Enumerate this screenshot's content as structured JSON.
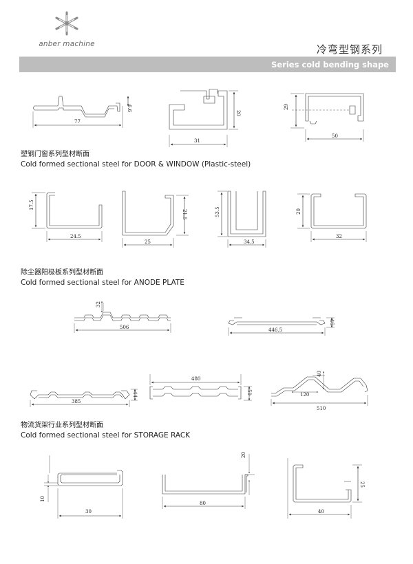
{
  "brand": {
    "logo_icon": "snowflake-star-icon",
    "name": "anber machine",
    "title_cn": "冷弯型钢系列",
    "band_title": "Series cold bending shape"
  },
  "sections": [
    {
      "cn": "塑钢门窗系列型材断面",
      "en": "Cold formed sectional steel for DOOR & WINDOW (Plastic-steel)"
    },
    {
      "cn": "除尘器阳极板系列型材断面",
      "en": "Cold formed sectional steel for ANODE PLATE"
    },
    {
      "cn": "物流货架行业系列型材断面",
      "en": "Cold formed sectional steel for STORAGE RACK"
    }
  ],
  "dims": {
    "p1": {
      "w": "77",
      "h": "6.6"
    },
    "p2": {
      "w": "31",
      "h": "20"
    },
    "p3": {
      "w": "50",
      "h": "29"
    },
    "p4": {
      "w": "24.5",
      "h": "17.5"
    },
    "p5": {
      "w": "25",
      "h": "21.5"
    },
    "p6": {
      "w": "34.5",
      "h": "53.5"
    },
    "p7": {
      "w": "32",
      "h": "20"
    },
    "p8": {
      "w": "506",
      "h": "32"
    },
    "p9": {
      "w": "446.5",
      "h": "46"
    },
    "p10": {
      "w": "385",
      "h": "44"
    },
    "p11": {
      "w": "480",
      "h": "50"
    },
    "p12": {
      "w": "510",
      "h": "40",
      "pitch": "120"
    },
    "p13": {
      "w": "30",
      "h": "10"
    },
    "p14": {
      "w": "80",
      "h": "20"
    },
    "p15": {
      "w": "40",
      "h": "25"
    }
  }
}
